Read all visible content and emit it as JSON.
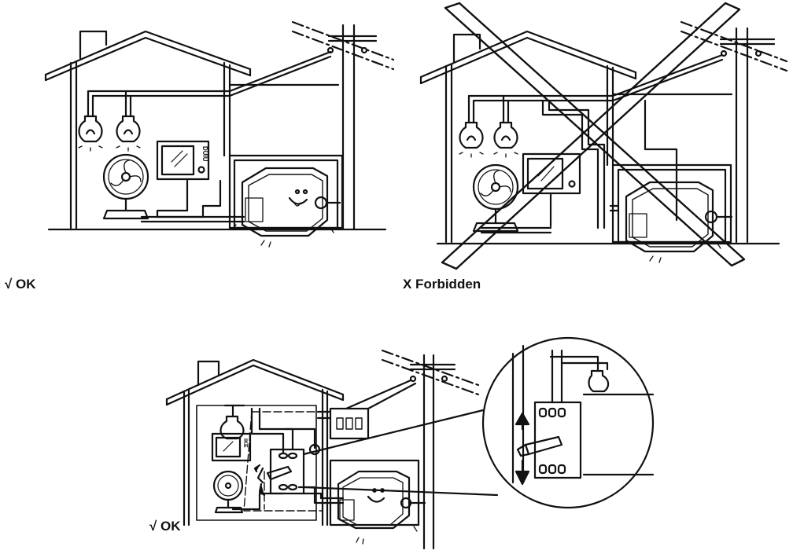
{
  "captions": {
    "top_left": "√ OK",
    "top_right": "X Forbidden",
    "bottom": "√ OK"
  },
  "labels": {
    "tv_brand": "DUIU",
    "tv_brand_bottom": "IKE"
  },
  "colors": {
    "line": "#111111",
    "background": "#ffffff"
  }
}
